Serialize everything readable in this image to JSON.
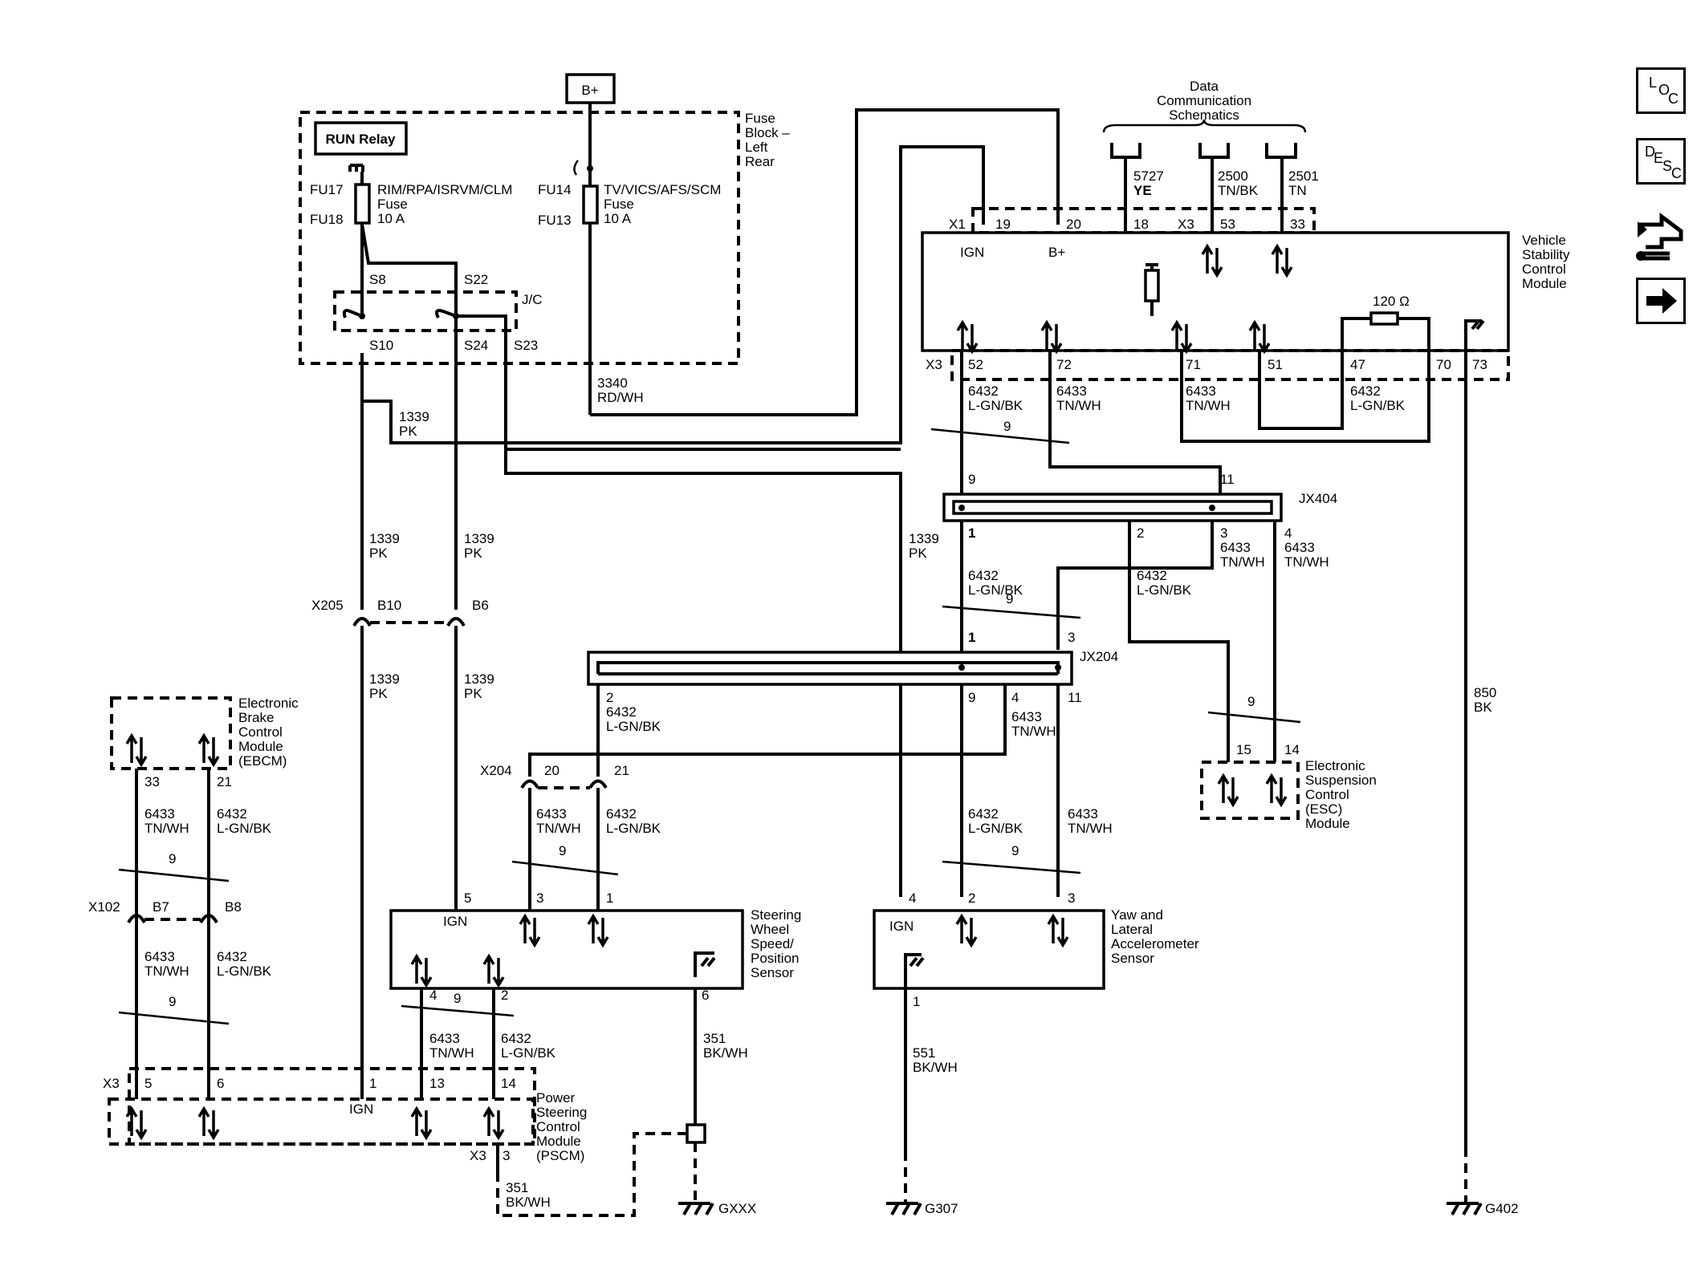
{
  "power": {
    "bplus": "B+"
  },
  "run_relay": "RUN Relay",
  "fuse_block": {
    "line1": "Fuse",
    "line2": "Block –",
    "line3": "Left",
    "line4": "Rear"
  },
  "fuse_left": {
    "fu_top": "FU17",
    "fu_bot": "FU18",
    "desc": "RIM/RPA/ISRVM/CLM",
    "type": "Fuse",
    "rating": "10 A"
  },
  "fuse_right": {
    "fu_top": "FU14",
    "fu_bot": "FU13",
    "desc": "TV/VICS/AFS/SCM",
    "type": "Fuse",
    "rating": "10 A"
  },
  "jc": {
    "label": "J/C",
    "s8": "S8",
    "s22": "S22",
    "s10": "S10",
    "s24": "S24",
    "s23": "S23"
  },
  "data_comm": {
    "l1": "Data",
    "l2": "Communication",
    "l3": "Schematics"
  },
  "vscm": {
    "l1": "Vehicle",
    "l2": "Stability",
    "l3": "Control",
    "l4": "Module",
    "x1": "X1",
    "x3a": "X3",
    "x3b": "X3",
    "p19": "19",
    "p20": "20",
    "p18": "18",
    "p53": "53",
    "p33": "33",
    "ign": "IGN",
    "bplus": "B+",
    "res": "120 Ω",
    "p52": "52",
    "p72": "72",
    "p71": "71",
    "p51": "51",
    "p47": "47",
    "p70": "70",
    "p73": "73"
  },
  "wires": {
    "w5727": "5727",
    "ye": "YE",
    "w2500": "2500",
    "tnbk": "TN/BK",
    "w2501": "2501",
    "tn": "TN",
    "w3340": "3340",
    "rdwh": "RD/WH",
    "w1339": "1339",
    "pk": "PK",
    "w6432": "6432",
    "lgnbk": "L-GN/BK",
    "w6433": "6433",
    "tnwh": "TN/WH",
    "w850": "850",
    "bk": "BK",
    "w351": "351",
    "bkwh": "BK/WH",
    "w551": "551",
    "twist": "9"
  },
  "jx404": {
    "label": "JX404",
    "p1": "1",
    "p2": "2",
    "p3": "3",
    "p4": "4",
    "p9": "9",
    "p11": "11"
  },
  "jx204": {
    "label": "JX204",
    "p1": "1",
    "p3": "3",
    "p2": "2",
    "p9": "9",
    "p4": "4",
    "p11": "11"
  },
  "x205": {
    "label": "X205",
    "b10": "B10",
    "b6": "B6"
  },
  "x204": {
    "label": "X204",
    "p20": "20",
    "p21": "21"
  },
  "x102": {
    "label": "X102",
    "b7": "B7",
    "b8": "B8"
  },
  "ebcm": {
    "l1": "Electronic",
    "l2": "Brake",
    "l3": "Control",
    "l4": "Module",
    "l5": "(EBCM)",
    "p33": "33",
    "p21": "21"
  },
  "esc": {
    "l1": "Electronic",
    "l2": "Suspension",
    "l3": "Control",
    "l4": "(ESC)",
    "l5": "Module",
    "p15": "15",
    "p14": "14"
  },
  "swsps": {
    "l1": "Steering",
    "l2": "Wheel",
    "l3": "Speed/",
    "l4": "Position",
    "l5": "Sensor",
    "ign": "IGN",
    "p5": "5",
    "p3": "3",
    "p1": "1",
    "p4": "4",
    "p2": "2",
    "p6": "6"
  },
  "yaw": {
    "l1": "Yaw and",
    "l2": "Lateral",
    "l3": "Accelerometer",
    "l4": "Sensor",
    "ign": "IGN",
    "p4": "4",
    "p2": "2",
    "p3": "3",
    "p1": "1"
  },
  "pscm": {
    "l1": "Power",
    "l2": "Steering",
    "l3": "Control",
    "l4": "Module",
    "l5": "(PSCM)",
    "x3a": "X3",
    "x3b": "X3",
    "ign": "IGN",
    "p5": "5",
    "p6": "6",
    "p1": "1",
    "p13": "13",
    "p14": "14",
    "p3": "3"
  },
  "grounds": {
    "gxxx": "GXXX",
    "g307": "G307",
    "g402": "G402"
  },
  "nav": {
    "loc": [
      "L",
      "O",
      "C"
    ],
    "desc": [
      "D",
      "E",
      "S",
      "C"
    ]
  }
}
